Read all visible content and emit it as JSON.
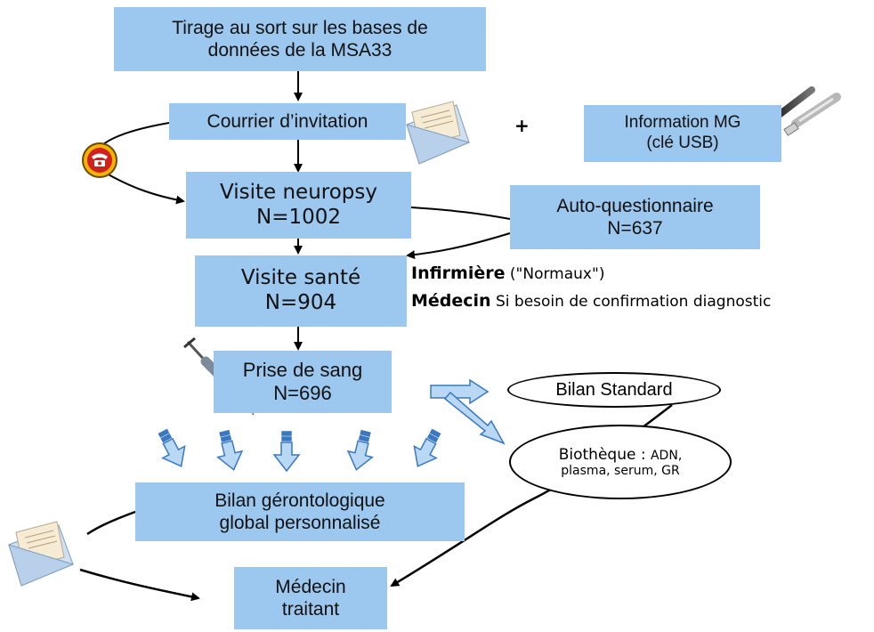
{
  "boxes": {
    "tirage": {
      "line1": "Tirage au sort sur les bases de",
      "line2": "données de la MSA33"
    },
    "courrier": {
      "label": "Courrier d’invitation"
    },
    "plus": "+",
    "info_mg": {
      "line1": "Information MG",
      "line2": "(clé USB)"
    },
    "neuropsy": {
      "line1": "Visite neuropsy",
      "line2": "N=1002"
    },
    "autoq": {
      "line1": "Auto-questionnaire",
      "line2": "N=637"
    },
    "sante": {
      "line1": "Visite santé",
      "line2": "N=904"
    },
    "sang": {
      "line1": "Prise de sang",
      "line2": "N=696"
    },
    "bilan_ger": {
      "line1": "Bilan gérontologique",
      "line2": "global personnalisé"
    },
    "medecin_traitant": {
      "line1": "Médecin",
      "line2": "traitant"
    }
  },
  "notes": {
    "infirmiere_bold": "Infirmière",
    "infirmiere_rest": "(\"Normaux\")",
    "medecin_bold": "Médecin",
    "medecin_rest": "Si besoin de confirmation diagnostic"
  },
  "ellipses": {
    "bilan_standard": "Bilan Standard",
    "biotheque_title": "Biothèque : ",
    "biotheque_small1": "ADN,",
    "biotheque_line2": "plasma, serum, GR"
  },
  "colors": {
    "box_fill": "#9cc7ee",
    "arrow_fill": "#b9d8f3",
    "arrow_stroke": "#3a78c2"
  }
}
